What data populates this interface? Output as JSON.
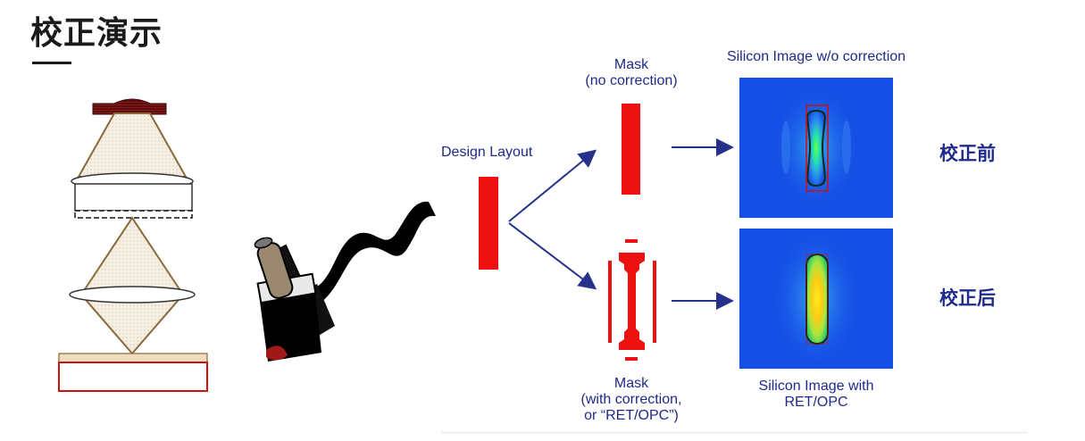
{
  "header": {
    "title": "校正演示"
  },
  "diagram": {
    "design_layout_label": "Design Layout",
    "mask_top_label": [
      "Mask",
      "(no correction)"
    ],
    "mask_bottom_label": [
      "Mask",
      "(with correction,",
      "or “RET/OPC”)"
    ],
    "silicon_top_label": "Silicon Image w/o correction",
    "silicon_bottom_label": [
      "Silicon Image with",
      "RET/OPC"
    ],
    "before_label": "校正前",
    "after_label": "校正后"
  },
  "colors": {
    "label_blue": "#1f2a8a",
    "mask_red": "#ee1111",
    "arrow_navy": "#25318a",
    "sim_background": "#1550e6"
  }
}
